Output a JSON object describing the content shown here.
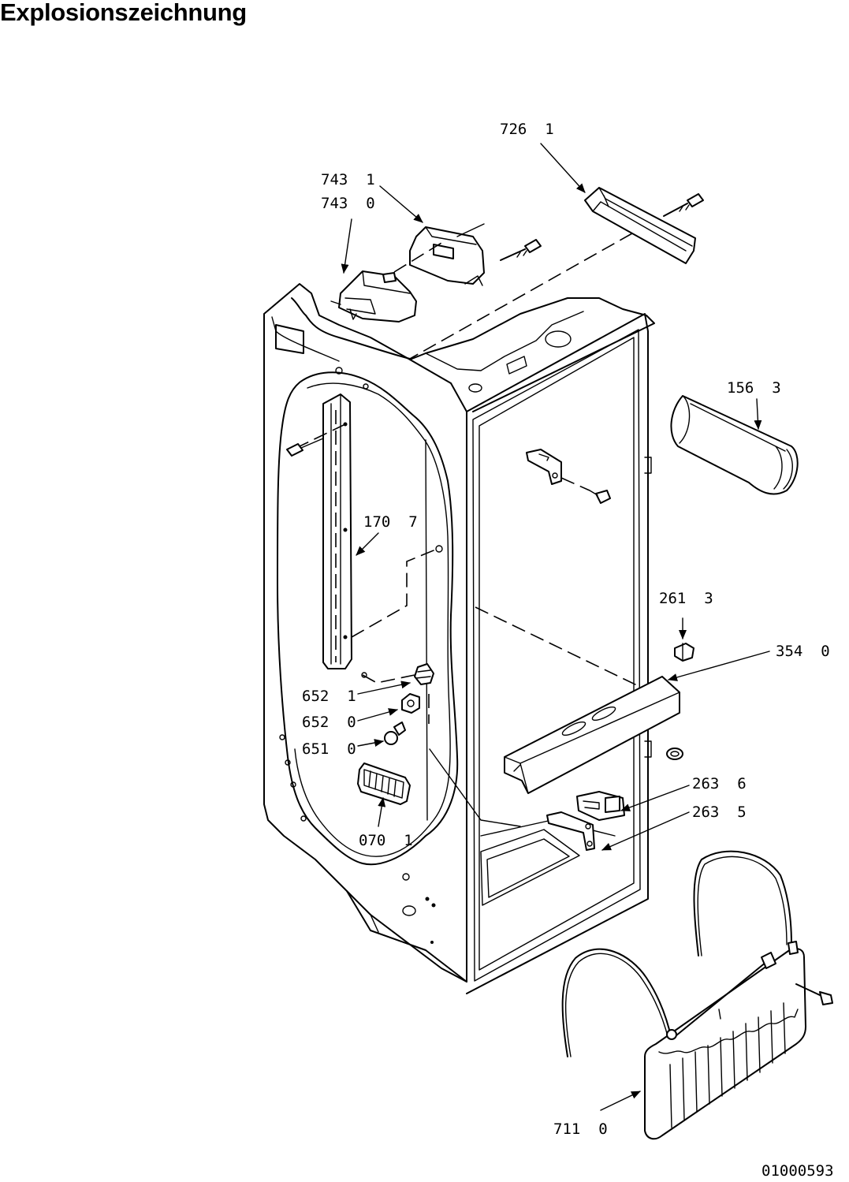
{
  "page": {
    "title": "Explosionszeichnung",
    "document_number": "01000593"
  },
  "parts": {
    "p7261": "726  1",
    "p7431": "743  1",
    "p7430": "743  0",
    "p1563": "156  3",
    "p1707": "170  7",
    "p2613": "261  3",
    "p3540": "354  0",
    "p6521": "652  1",
    "p6520": "652  0",
    "p6510": "651  0",
    "p2636": "263  6",
    "p2635": "263  5",
    "p0701": "070  1",
    "p7110": "711  0"
  },
  "colors": {
    "ink": "#000000",
    "paper": "#ffffff"
  }
}
